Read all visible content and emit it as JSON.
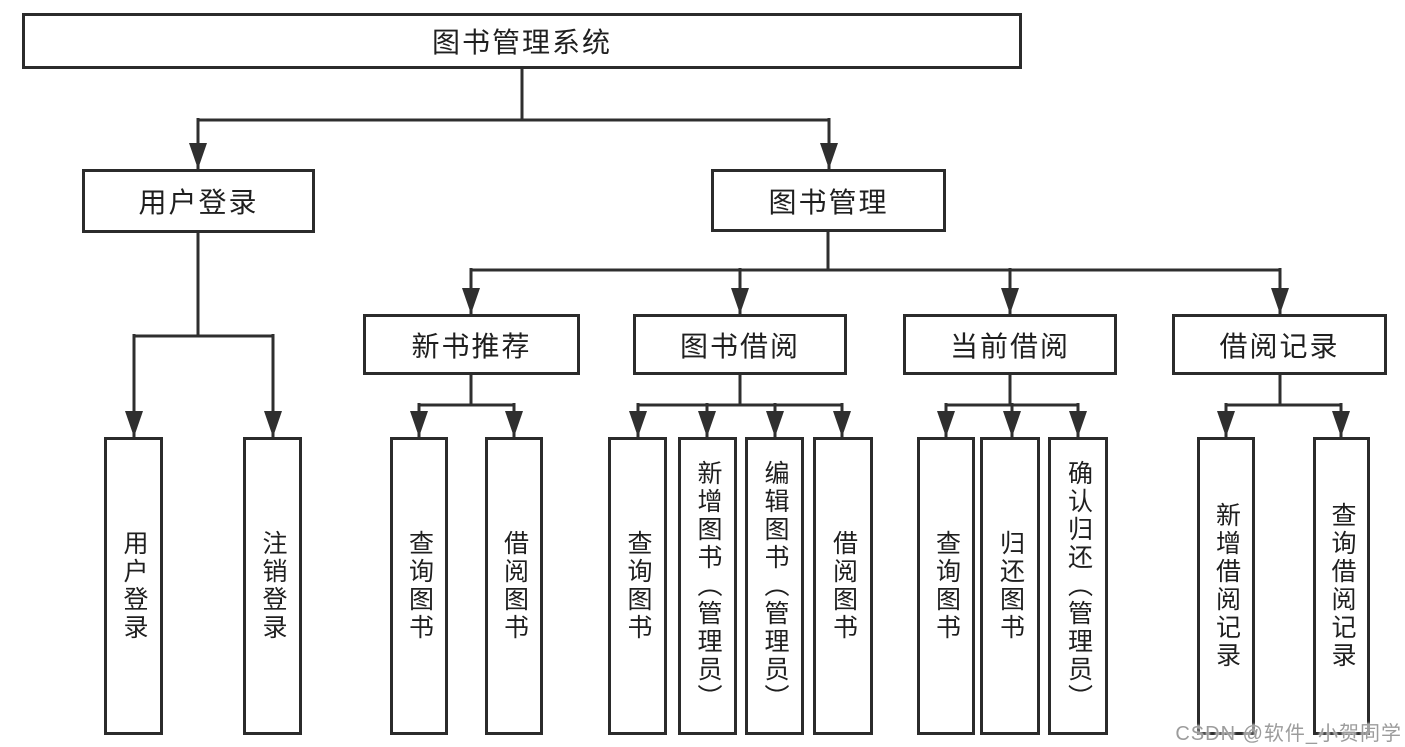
{
  "watermark": "CSDN @软件_小贺同学",
  "colors": {
    "line": "#2f2f2f",
    "border": "#2b2b2b",
    "text": "#1f1f1f",
    "watermark_text": "#9c9c9c",
    "background": "#ffffff"
  },
  "tree": {
    "root": "图书管理系统",
    "branches": [
      {
        "label": "用户登录",
        "children": [
          "用户登录",
          "注销登录"
        ]
      },
      {
        "label": "图书管理",
        "children": [
          {
            "label": "新书推荐",
            "children": [
              "查询图书",
              "借阅图书"
            ]
          },
          {
            "label": "图书借阅",
            "children": [
              "查询图书",
              "新增图书（管理员）",
              "编辑图书（管理员）",
              "借阅图书"
            ]
          },
          {
            "label": "当前借阅",
            "children": [
              "查询图书",
              "归还图书",
              "确认归还（管理员）"
            ]
          },
          {
            "label": "借阅记录",
            "children": [
              "新增借阅记录",
              "查询借阅记录"
            ]
          }
        ]
      }
    ]
  }
}
